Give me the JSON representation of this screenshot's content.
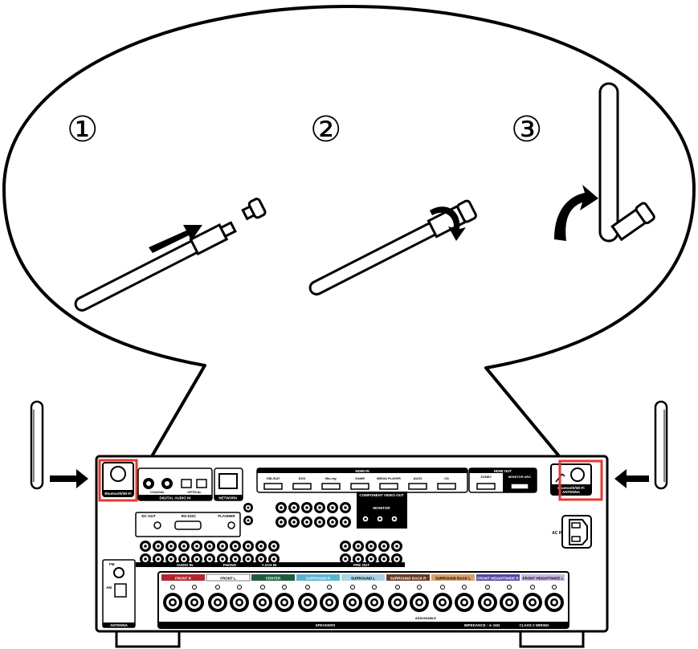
{
  "steps": [
    "①",
    "②",
    "③"
  ],
  "receiver": {
    "antenna_left_label": "Bluetooth/Wi-Fi",
    "antenna_right_label": "Bluetooth/Wi-Fi",
    "antenna_right_sub": "ANTENNA",
    "digital_audio_in": "DIGITAL AUDIO IN",
    "coaxial": "COAXIAL",
    "optical": "OPTICAL",
    "network": "NETWORK",
    "hdmi_in": "HDMI IN",
    "hdmi_in_ports": [
      "CBL/SAT",
      "DVD",
      "Blu-ray",
      "GAME",
      "MEDIA PLAYER",
      "AUX2",
      "CD"
    ],
    "hdmi_out": "HDMI OUT",
    "hdmi_out_ports": [
      "ZONE2",
      "MONITOR ARC"
    ],
    "dc_out": "DC OUT",
    "rs232c": "RS-232C",
    "flasher": "FLASHER",
    "component_video_out": "COMPONENT VIDEO OUT",
    "monitor": "MONITOR",
    "ac_in": "AC IN",
    "audio_in": "AUDIO IN",
    "phono": "PHONO",
    "ch71_in": "7.1CH IN",
    "pre_out": "PRE OUT",
    "antenna": "ANTENNA",
    "fm": "FM",
    "am": "AM",
    "speakers": "SPEAKERS",
    "assignable": "ASSIGNABLE",
    "impedance": "IMPEDANCE : 4~16Ω",
    "class2": "CLASS 2 WIRING"
  },
  "speaker_channels": [
    {
      "label": "FRONT R",
      "bg": "#b3262d",
      "fg": "#ffffff"
    },
    {
      "label": "FRONT L",
      "bg": "#ffffff",
      "fg": "#000000"
    },
    {
      "label": "CENTER",
      "bg": "#1f5c3e",
      "fg": "#ffffff"
    },
    {
      "label": "SURROUND R",
      "bg": "#5ab4cf",
      "fg": "#ffffff"
    },
    {
      "label": "SURROUND L",
      "bg": "#a9d5e5",
      "fg": "#000000"
    },
    {
      "label": "SURROUND BACK R",
      "bg": "#6a3924",
      "fg": "#ffffff"
    },
    {
      "label": "SURROUND BACK L",
      "bg": "#d8a06b",
      "fg": "#000000"
    },
    {
      "label": "FRONT HEIGHT/WIDE R",
      "bg": "#5847a0",
      "fg": "#ffffff"
    },
    {
      "label": "FRONT HEIGHT/WIDE L",
      "bg": "#c9b8e2",
      "fg": "#000000"
    }
  ],
  "colors": {
    "highlight": "#e8372f",
    "line": "#000000"
  }
}
